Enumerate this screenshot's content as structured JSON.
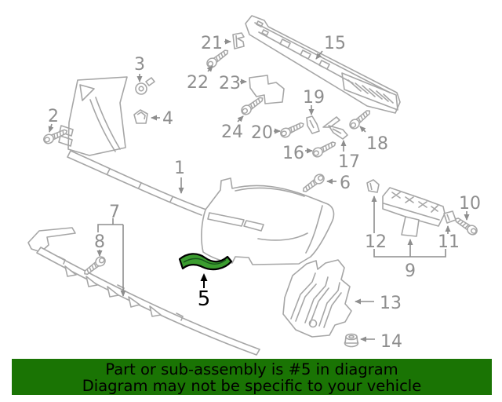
{
  "colors": {
    "banner_bg": "#1a7404",
    "highlight_fill": "#3b9c2f",
    "highlight_outline": "#000000",
    "line": "#a6a6a6",
    "label": "#8e8e8e"
  },
  "banner": {
    "line1": "Part or sub-assembly is #5 in diagram",
    "line2": "Diagram may not be specific to your vehicle"
  },
  "diagram": {
    "highlighted_part": "5",
    "parts": [
      {
        "label": "1"
      },
      {
        "label": "2"
      },
      {
        "label": "3"
      },
      {
        "label": "4"
      },
      {
        "label": "5"
      },
      {
        "label": "6"
      },
      {
        "label": "7"
      },
      {
        "label": "8"
      },
      {
        "label": "9"
      },
      {
        "label": "10"
      },
      {
        "label": "11"
      },
      {
        "label": "12"
      },
      {
        "label": "13"
      },
      {
        "label": "14"
      },
      {
        "label": "15"
      },
      {
        "label": "16"
      },
      {
        "label": "17"
      },
      {
        "label": "18"
      },
      {
        "label": "19"
      },
      {
        "label": "20"
      },
      {
        "label": "21"
      },
      {
        "label": "22"
      },
      {
        "label": "23"
      },
      {
        "label": "24"
      }
    ]
  }
}
